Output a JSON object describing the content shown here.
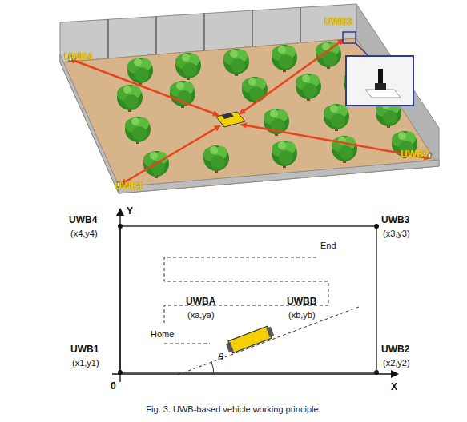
{
  "diagram": {
    "caption": "Fig. 3. UWB-based vehicle working principle.",
    "labels": [
      "UWB3",
      "UWB4",
      "UWB2",
      "UWB1",
      "UWB4",
      "(x4,y4)",
      "Y",
      "UWB3",
      "(x3,y3)",
      "End",
      "UWBA",
      "(xa,ya)",
      "UWBB",
      "(xb,yb)",
      "Home",
      "UWB2",
      "(x2,y2)",
      "UWB1",
      "(x1,y1)",
      "θ",
      "0",
      "X"
    ]
  }
}
